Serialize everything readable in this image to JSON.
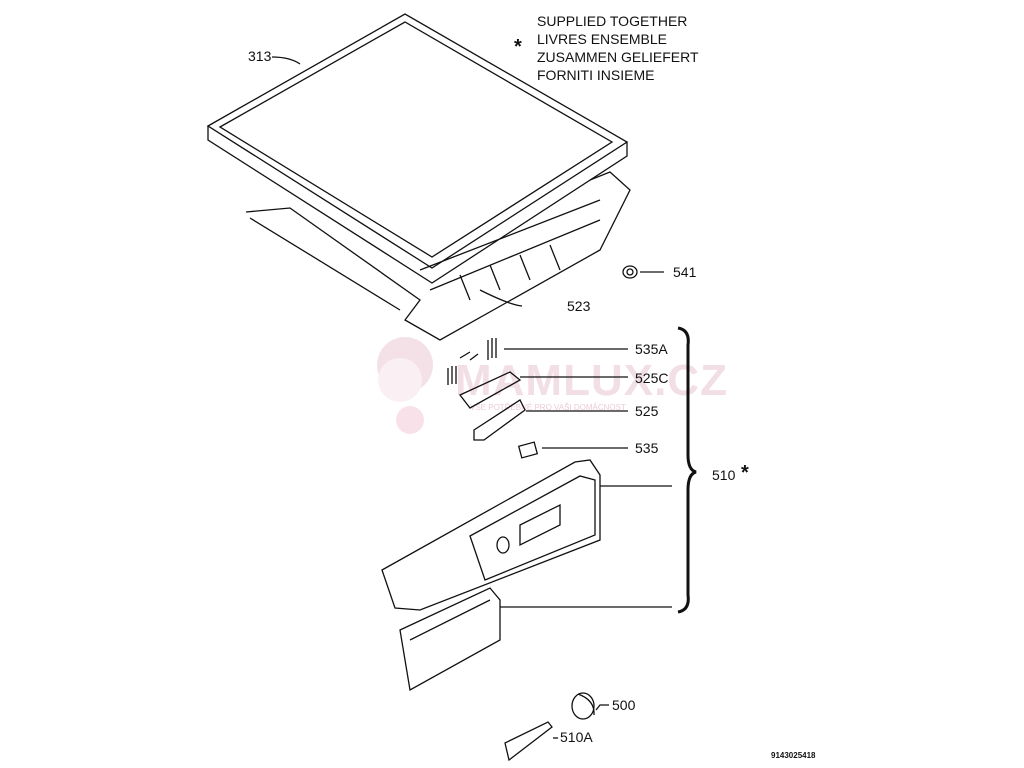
{
  "note": {
    "asterisk": "*",
    "lines": [
      "SUPPLIED TOGETHER",
      "LIVRES ENSEMBLE",
      "ZUSAMMEN GELIEFERT",
      "FORNITI INSIEME"
    ]
  },
  "parts": {
    "p313": "313",
    "p523": "523",
    "p541": "541",
    "p535A": "535A",
    "p525C": "525C",
    "p525": "525",
    "p535": "535",
    "p510": "510",
    "p510_star": "*",
    "p500": "500",
    "p510A": "510A"
  },
  "drawing_code": "9143025418",
  "watermark": {
    "brand": "MAMLUX.CZ",
    "slogan": "VŠE POTŘEBNÉ PRO VAŠI DOMÁCNOST"
  },
  "colors": {
    "line": "#111111",
    "watermark": "#d28ca0"
  }
}
